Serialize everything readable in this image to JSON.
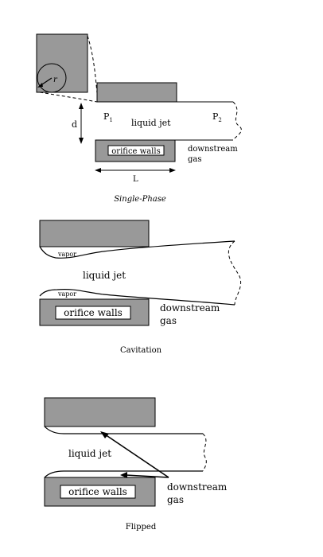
{
  "single_phase": {
    "label_r": "r",
    "label_d": "d",
    "label_p1": "P",
    "label_p1_sub": "1",
    "label_p2": "P",
    "label_p2_sub": "2",
    "label_liquid_jet": "liquid jet",
    "label_orifice_walls": "orifice walls",
    "label_downstream": "downstream",
    "label_gas": "gas",
    "label_length": "L",
    "caption": "Single-Phase"
  },
  "cavitation": {
    "label_vapor_top": "vapor",
    "label_vapor_bottom": "vapor",
    "label_liquid_jet": "liquid jet",
    "label_orifice_walls": "orifice walls",
    "label_downstream": "downstream",
    "label_gas": "gas",
    "caption": "Cavitation"
  },
  "flipped": {
    "label_liquid_jet": "liquid jet",
    "label_orifice_walls": "orifice walls",
    "label_downstream": "downstream",
    "label_gas": "gas",
    "caption": "Flipped"
  },
  "colors": {
    "wall_fill": "#999999",
    "stroke": "#000000",
    "label_box": "#ffffff"
  }
}
